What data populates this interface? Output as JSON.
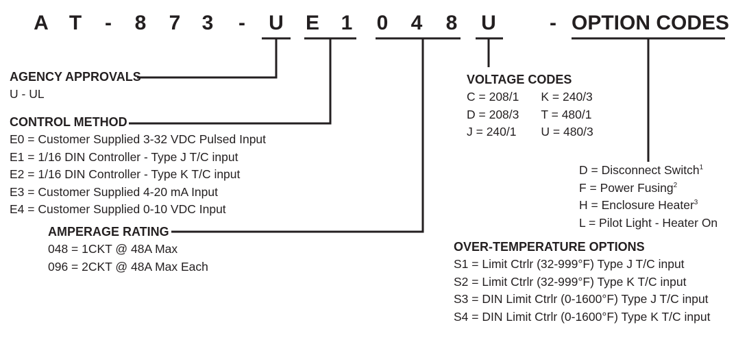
{
  "code_chars": [
    "A",
    "T",
    "-",
    "8",
    "7",
    "3",
    "-",
    "U",
    "E",
    "1",
    "0",
    "4",
    "8",
    "U",
    "-"
  ],
  "option_codes_title": "OPTION CODES",
  "agency": {
    "heading": "AGENCY APPROVALS",
    "items": [
      "U - UL"
    ]
  },
  "control": {
    "heading": "CONTROL METHOD",
    "items": [
      "E0 = Customer Supplied 3-32 VDC Pulsed Input",
      "E1 = 1/16 DIN Controller - Type J T/C input",
      "E2 = 1/16 DIN Controller - Type K T/C input",
      "E3 = Customer Supplied 4-20 mA Input",
      "E4 = Customer Supplied 0-10 VDC Input"
    ]
  },
  "amperage": {
    "heading": "AMPERAGE RATING",
    "items": [
      "048 = 1CKT @ 48A Max",
      "096 = 2CKT @ 48A Max Each"
    ]
  },
  "voltage": {
    "heading": "VOLTAGE CODES",
    "left": [
      "C = 208/1",
      "D = 208/3",
      "J = 240/1"
    ],
    "right": [
      "K = 240/3",
      "T = 480/1",
      "U = 480/3"
    ]
  },
  "options": {
    "items": [
      {
        "text": "D = Disconnect Switch",
        "note": "1"
      },
      {
        "text": "F = Power Fusing",
        "note": "2"
      },
      {
        "text": "H = Enclosure Heater",
        "note": "3"
      },
      {
        "text": "L = Pilot Light - Heater On",
        "note": ""
      }
    ]
  },
  "overtemp": {
    "heading": "OVER-TEMPERATURE OPTIONS",
    "items": [
      "S1 = Limit Ctrlr (32-999°F) Type J T/C input",
      "S2 = Limit Ctrlr (32-999°F) Type K T/C input",
      "S3 = DIN Limit Ctrlr (0-1600°F) Type J T/C input",
      "S4 = DIN Limit Ctrlr (0-1600°F) Type K T/C input"
    ]
  }
}
